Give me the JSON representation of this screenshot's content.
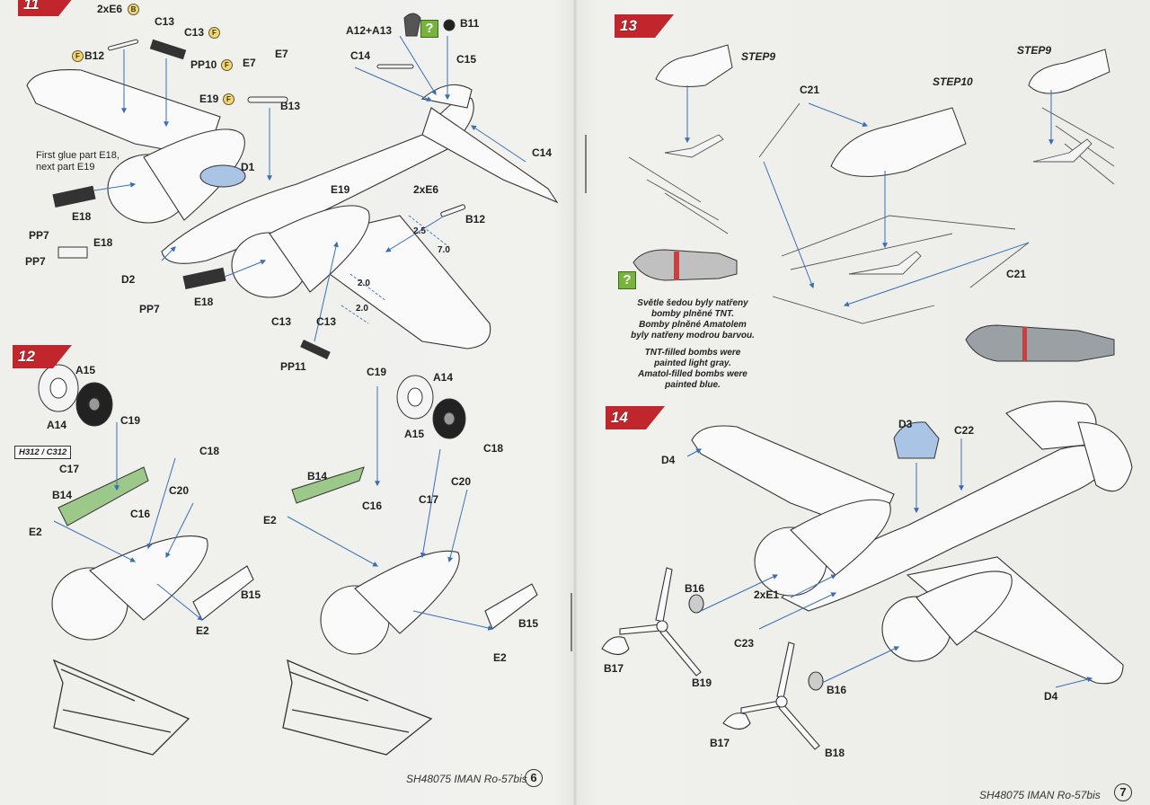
{
  "steps": {
    "s11": "11",
    "s12": "12",
    "s13": "13",
    "s14": "14"
  },
  "step11_labels": {
    "e6_top": "2xE6",
    "c13a": "C13",
    "c13b": "C13",
    "b12": "B12",
    "pp10": "PP10",
    "e7a": "E7",
    "e7b": "E7",
    "e19a": "E19",
    "b13": "B13",
    "a12a13": "A12+A13",
    "b11": "B11",
    "c15": "C15",
    "c14a": "C14",
    "c14b": "C14",
    "d1": "D1",
    "e19b": "E19",
    "e6_right": "2xE6",
    "b12b": "B12",
    "e18a": "E18",
    "e18b": "E18",
    "e18c": "E18",
    "pp7a": "PP7",
    "pp7b": "PP7",
    "pp7c": "PP7",
    "d2": "D2",
    "c13c": "C13",
    "c13d": "C13",
    "pp11": "PP11",
    "dim1": "2.5",
    "dim2": "7.0",
    "dim3": "2.0",
    "dim4": "2.0",
    "note_line1": "First glue part E18,",
    "note_line2": "next part E19"
  },
  "step12_labels": {
    "a15a": "A15",
    "a14a": "A14",
    "c19a": "C19",
    "plate": "H312 / C312",
    "c17a": "C17",
    "c18a": "C18",
    "b14a": "B14",
    "c20a": "C20",
    "c16a": "C16",
    "e2a": "E2",
    "b15a": "B15",
    "e2b": "E2",
    "c19b": "C19",
    "a14b": "A14",
    "a15b": "A15",
    "c18b": "C18",
    "b14b": "B14",
    "c20b": "C20",
    "c16b": "C16",
    "c17b": "C17",
    "e2c": "E2",
    "b15b": "B15",
    "e2d": "E2"
  },
  "step13_labels": {
    "step9a": "STEP9",
    "c21a": "C21",
    "step10": "STEP10",
    "step9b": "STEP9",
    "c21b": "C21",
    "cz1": "Světle šedou byly natřeny",
    "cz2": "bomby plněné TNT.",
    "cz3": "Bomby plněné Amatolem",
    "cz4": "byly natřeny modrou barvou.",
    "en1": "TNT-filled bombs were",
    "en2": "painted light gray.",
    "en3": "Amatol-filled bombs were",
    "en4": "painted blue."
  },
  "step14_labels": {
    "d3": "D3",
    "c22": "C22",
    "d4a": "D4",
    "b16a": "B16",
    "e1": "2xE1",
    "c23": "C23",
    "b17a": "B17",
    "b19": "B19",
    "b16b": "B16",
    "d4b": "D4",
    "b17b": "B17",
    "b18": "B18"
  },
  "footer": {
    "left_title": "SH48075 IMAN Ro-57bis",
    "left_page": "6",
    "right_title": "SH48075 IMAN Ro-57bis",
    "right_page": "7"
  },
  "colors": {
    "badge_red": "#c0262c",
    "leader_blue": "#3a6fb5",
    "part_green": "#9cc98a",
    "canopy_blue": "#a9c4e4",
    "bomb_gray": "#bfc0bf",
    "bomb_red_band": "#c84141",
    "callout_yellow": "#f6d66a",
    "hint_green": "#78b43c"
  }
}
